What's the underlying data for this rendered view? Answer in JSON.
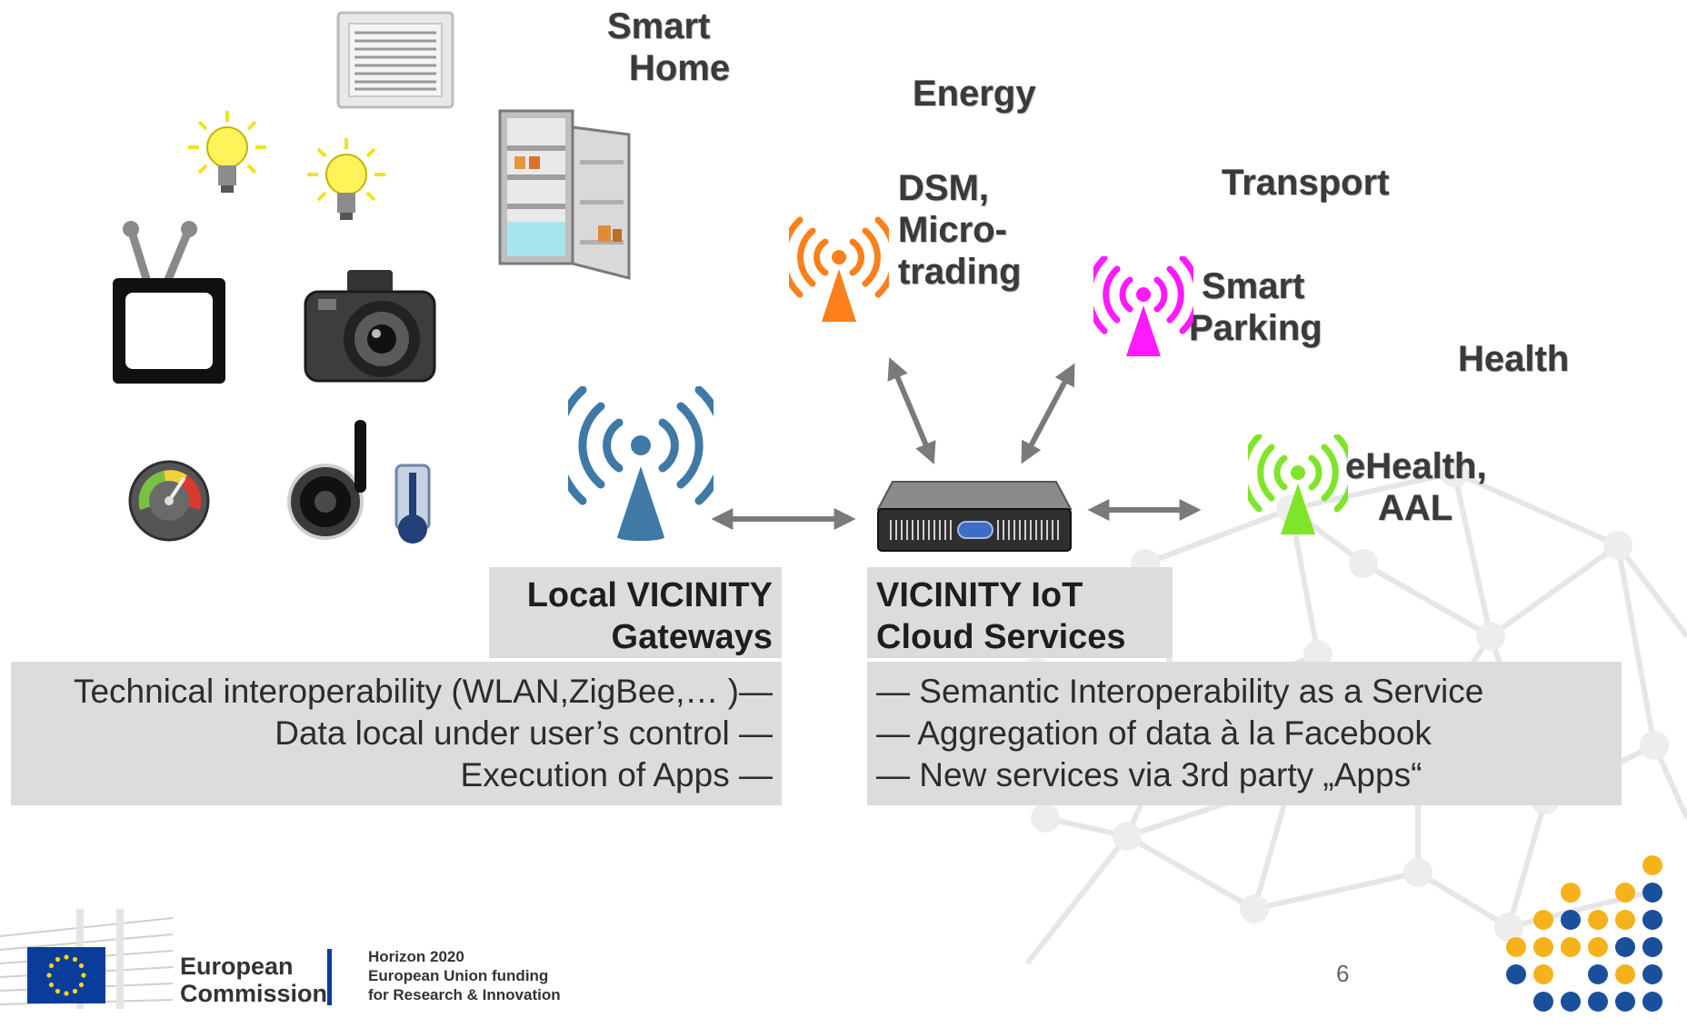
{
  "labels": {
    "smart_home_1": "Smart",
    "smart_home_2": "Home",
    "energy": "Energy",
    "dsm_1": "DSM,",
    "dsm_2": "Micro-",
    "dsm_3": "trading",
    "transport": "Transport",
    "parking_1": "Smart",
    "parking_2": "Parking",
    "health": "Health",
    "ehealth_1": "eHealth,",
    "ehealth_2": "AAL"
  },
  "local_panel": {
    "title_1": "Local VICINITY",
    "title_2": "Gateways",
    "lines": [
      "Technical interoperability (WLAN,ZigBee,… )—",
      "Data local under user’s control —",
      "Execution of Apps —"
    ]
  },
  "cloud_panel": {
    "title_1": "VICINITY IoT",
    "title_2": "Cloud Services",
    "lines": [
      "— Semantic Interoperability as a Service",
      "— Aggregation of data à la Facebook",
      "— New services via 3rd party „Apps“"
    ]
  },
  "footer": {
    "ec_line1": "European",
    "ec_line2": "Commission",
    "h2020_line1": "Horizon 2020",
    "h2020_line2": "European Union funding",
    "h2020_line3": "for Research & Innovation",
    "page_number": "6"
  },
  "icons": [
    "air-vent-icon",
    "light-bulb-icon",
    "television-icon",
    "camera-icon",
    "refrigerator-icon",
    "gauge-icon",
    "speaker-icon",
    "thermometer-icon",
    "gateway-antenna-icon",
    "cloud-server-icon",
    "energy-antenna-icon",
    "transport-antenna-icon",
    "health-antenna-icon",
    "eu-flag-icon",
    "vicinity-logo-icon"
  ],
  "colors": {
    "gateway_antenna": "#3f7aa6",
    "energy_antenna": "#ff7f1a",
    "transport_antenna": "#ff1aff",
    "health_antenna": "#7ee52a",
    "panel_bg": "#dcdcdc",
    "eu_blue": "#0a3d9b",
    "logo_yellow": "#f5b21b",
    "logo_blue": "#1a4f9c"
  }
}
